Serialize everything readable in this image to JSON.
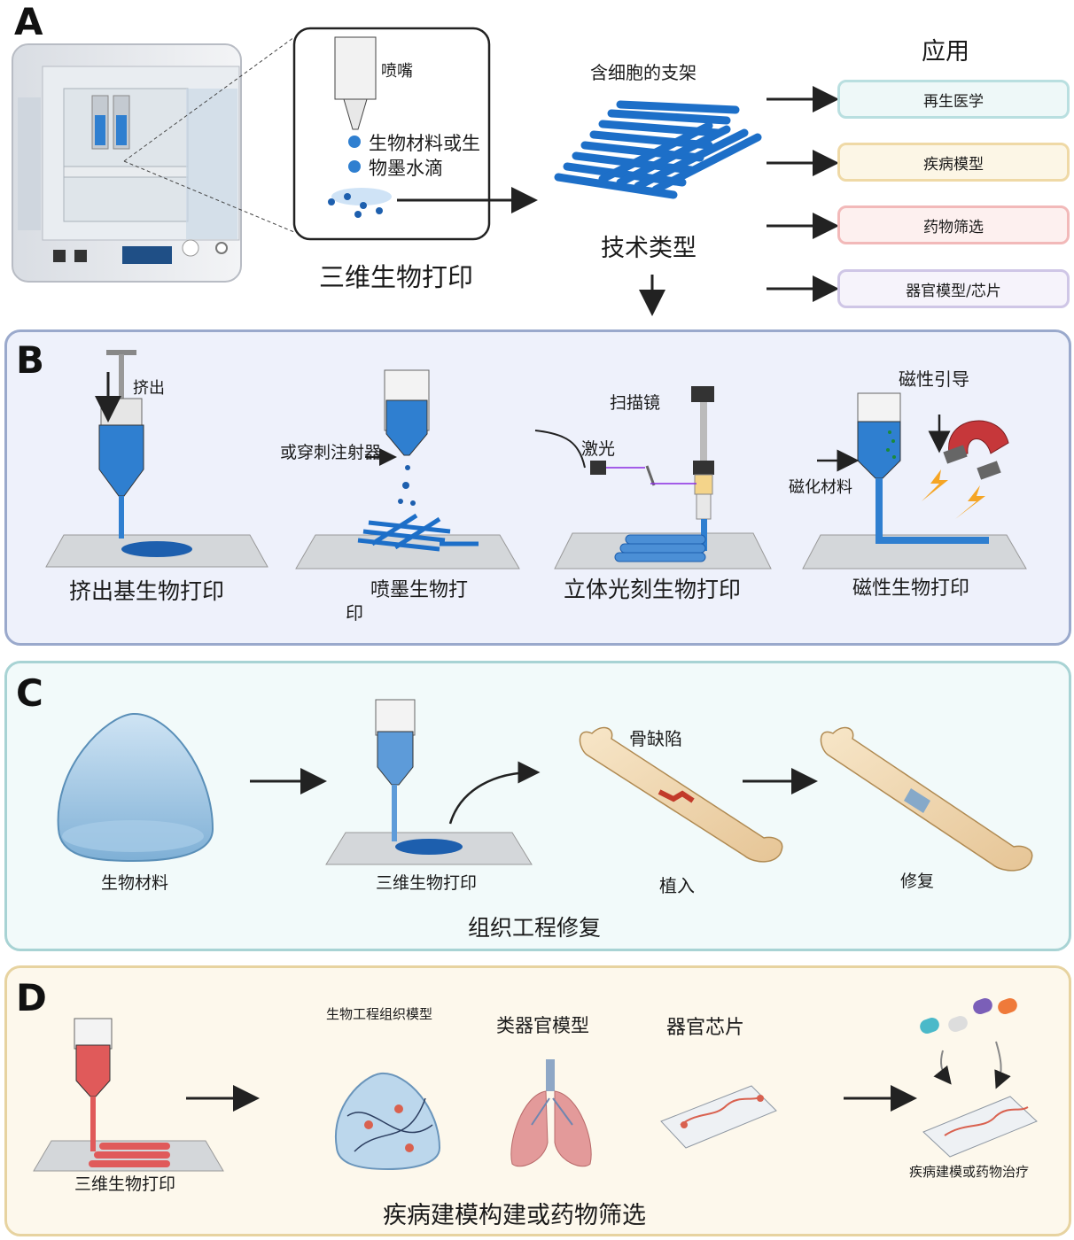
{
  "panel_a": {
    "letter": "A",
    "nozzle_label": "喷嘴",
    "droplet_label_line1": "生物材料或生",
    "droplet_label_line2": "物墨水滴",
    "printing_label": "三维生物打印",
    "scaffold_label": "含细胞的支架",
    "tech_types_label": "技术类型",
    "applications_title": "应用",
    "applications": [
      {
        "label": "再生医学",
        "border": "#b9dfe0",
        "fill": "#eef8f8"
      },
      {
        "label": "疾病模型",
        "border": "#efd9a6",
        "fill": "#fcf6e6"
      },
      {
        "label": "药物筛选",
        "border": "#f2b9b9",
        "fill": "#fdf0ef"
      },
      {
        "label": "器官模型/芯片",
        "border": "#cfc6e6",
        "fill": "#f6f3fb"
      }
    ]
  },
  "panel_b": {
    "letter": "B",
    "extrude_label": "挤出",
    "extrusion_title": "挤出基生物打印",
    "needle_label": "或穿刺注射器",
    "inkjet_title_line1": "喷墨生物打",
    "inkjet_title_line2": "印",
    "scanner_label": "扫描镜",
    "laser_label": "激光",
    "stereo_title": "立体光刻生物打印",
    "magnetic_guide_label": "磁性引导",
    "magnetized_label": "磁化材料",
    "magnetic_title": "磁性生物打印"
  },
  "panel_c": {
    "letter": "C",
    "biomaterial_label": "生物材料",
    "printing_label": "三维生物打印",
    "bone_defect_label": "骨缺陷",
    "implant_label": "植入",
    "repair_label": "修复",
    "caption": "组织工程修复"
  },
  "panel_d": {
    "letter": "D",
    "printing_label": "三维生物打印",
    "tissue_model_label": "生物工程组织模型",
    "organoid_label": "类器官模型",
    "organ_chip_label": "器官芯片",
    "disease_label": "疾病建模或药物治疗",
    "caption": "疾病建模构建或药物筛选"
  },
  "colors": {
    "blue": "#2f7fd0",
    "dark_blue": "#1d5fae",
    "panel_b_bg": "#eef1fb",
    "panel_b_border": "#9aa9cc",
    "panel_c_bg": "#f2fafa",
    "panel_c_border": "#a8d3d4",
    "panel_d_bg": "#fdf8ec",
    "panel_d_border": "#e7d3a0",
    "red": "#e05a5a",
    "bone": "#f1d9b0"
  }
}
